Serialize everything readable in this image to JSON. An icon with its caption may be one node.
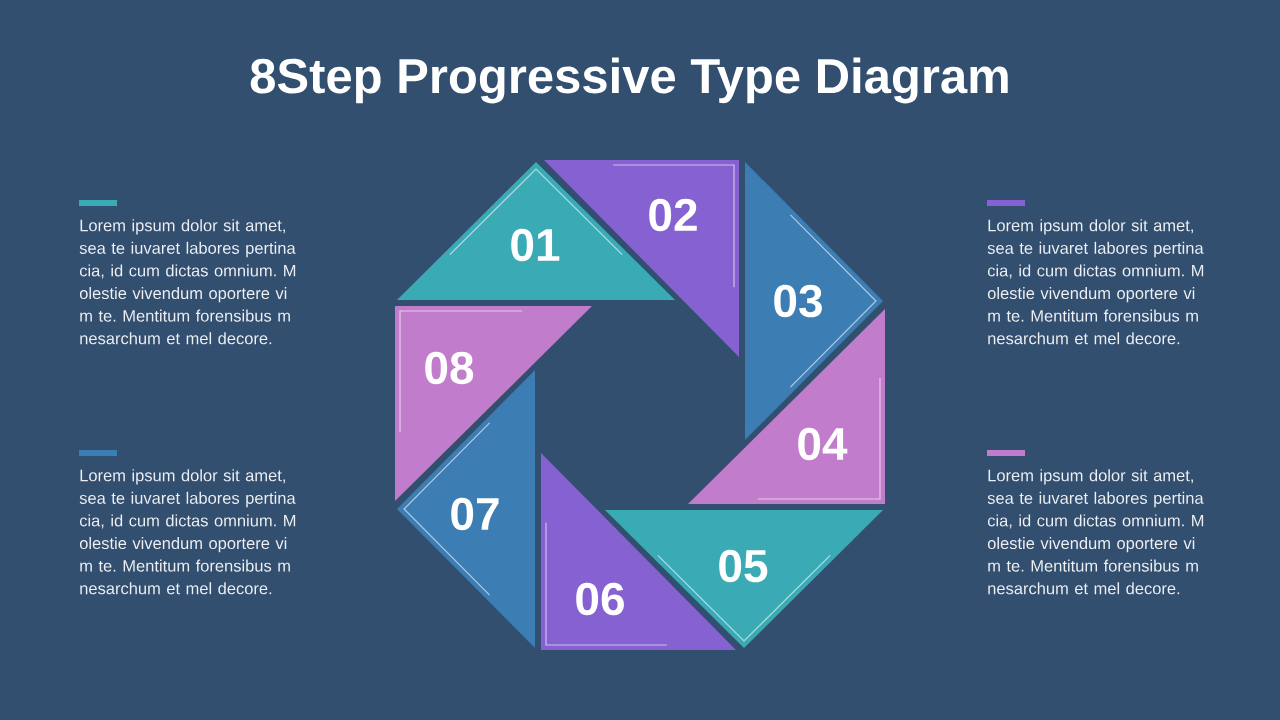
{
  "diagram": {
    "title": "8Step Progressive Type Diagram",
    "nodes": [
      {
        "text": [
          "01"
        ]
      },
      {
        "text": [
          "02"
        ]
      },
      {
        "text": [
          "03"
        ]
      },
      {
        "text": [
          "04"
        ]
      },
      {
        "text": [
          "05"
        ]
      },
      {
        "text": [
          "06"
        ]
      },
      {
        "text": [
          "07"
        ]
      },
      {
        "text": [
          "08"
        ]
      }
    ],
    "labels": [
      "Lorem ipsum dolor sit amet, sea te iuvaret labores pertina cia, id cum dictas omnium. M olestie vivendum oportere vi m te. Mentitum forensibus m nesarchum et mel decore.",
      "Lorem ipsum dolor sit amet, sea te iuvaret labores pertina cia, id cum dictas omnium. M olestie vivendum oportere vi m te. Mentitum forensibus m nesarchum et mel decore.",
      "Lorem ipsum dolor sit amet, sea te iuvaret labores pertina cia, id cum dictas omnium. M olestie vivendum oportere vi m te. Mentitum forensibus m nesarchum et mel decore.",
      "Lorem ipsum dolor sit amet, sea te iuvaret labores pertina cia, id cum dictas omnium. M olestie vivendum oportere vi m te. Mentitum forensibus m nesarchum et mel decore."
    ]
  }
}
